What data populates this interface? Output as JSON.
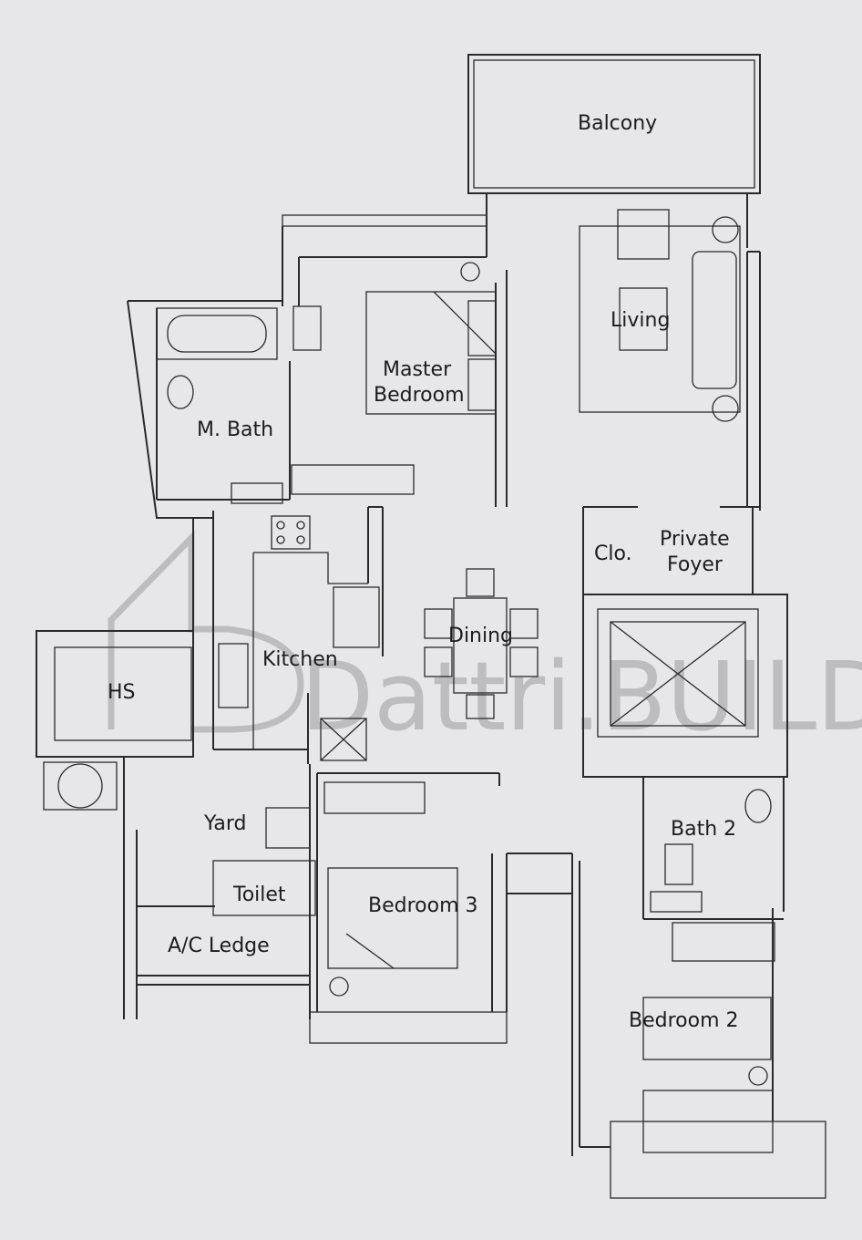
{
  "watermark": {
    "text": "Dattri.BUILD"
  },
  "rooms": {
    "balcony": "Balcony",
    "living": "Living",
    "master_bedroom_l1": "Master",
    "master_bedroom_l2": "Bedroom",
    "m_bath": "M. Bath",
    "private_foyer_l1": "Private",
    "private_foyer_l2": "Foyer",
    "closet": "Clo.",
    "kitchen": "Kitchen",
    "dining": "Dining",
    "hs": "HS",
    "yard": "Yard",
    "toilet": "Toilet",
    "ac_ledge": "A/C Ledge",
    "bedroom3": "Bedroom 3",
    "bath2": "Bath 2",
    "bedroom2": "Bedroom 2"
  },
  "colors": {
    "background": "#e7e7e9",
    "line": "#2a2a2a",
    "watermark": "#bdbdc0"
  }
}
